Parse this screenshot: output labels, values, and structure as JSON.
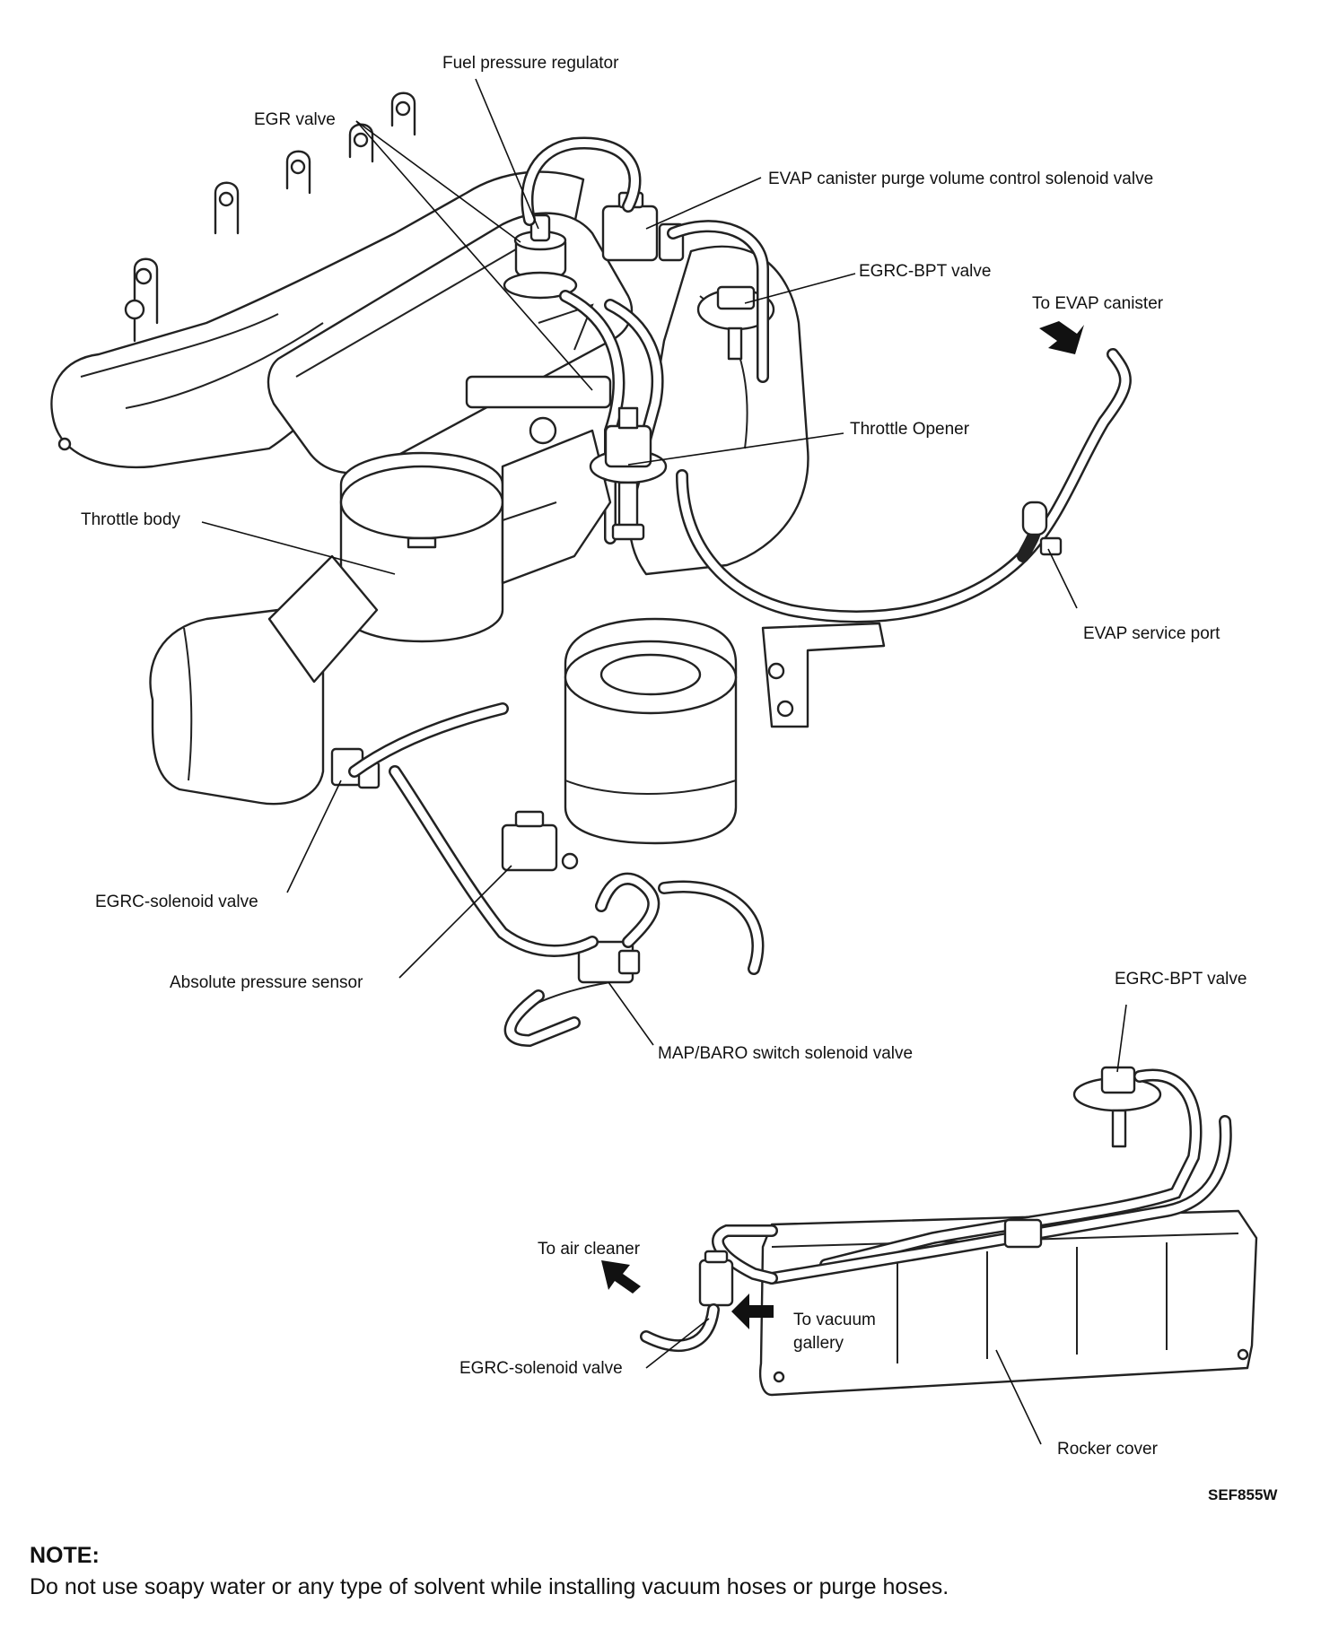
{
  "labels": {
    "fuel_pressure_regulator": "Fuel pressure regulator",
    "egr_valve": "EGR valve",
    "evap_purge_solenoid": "EVAP canister purge volume control solenoid valve",
    "egrc_bpt_valve_top": "EGRC-BPT valve",
    "to_evap_canister": "To EVAP canister",
    "throttle_opener": "Throttle Opener",
    "throttle_body": "Throttle body",
    "evap_service_port": "EVAP service port",
    "egrc_solenoid_valve_top": "EGRC-solenoid valve",
    "absolute_pressure_sensor": "Absolute pressure sensor",
    "map_baro_switch": "MAP/BARO switch solenoid valve",
    "egrc_bpt_valve_bottom": "EGRC-BPT valve",
    "to_air_cleaner": "To air cleaner",
    "to_vacuum": "To vacuum",
    "gallery": "gallery",
    "egrc_solenoid_valve_bottom": "EGRC-solenoid valve",
    "rocker_cover": "Rocker cover",
    "figure_code": "SEF855W"
  },
  "note": {
    "title": "NOTE:",
    "text": "Do not use soapy water or any type of solvent while installing vacuum hoses or purge hoses."
  }
}
